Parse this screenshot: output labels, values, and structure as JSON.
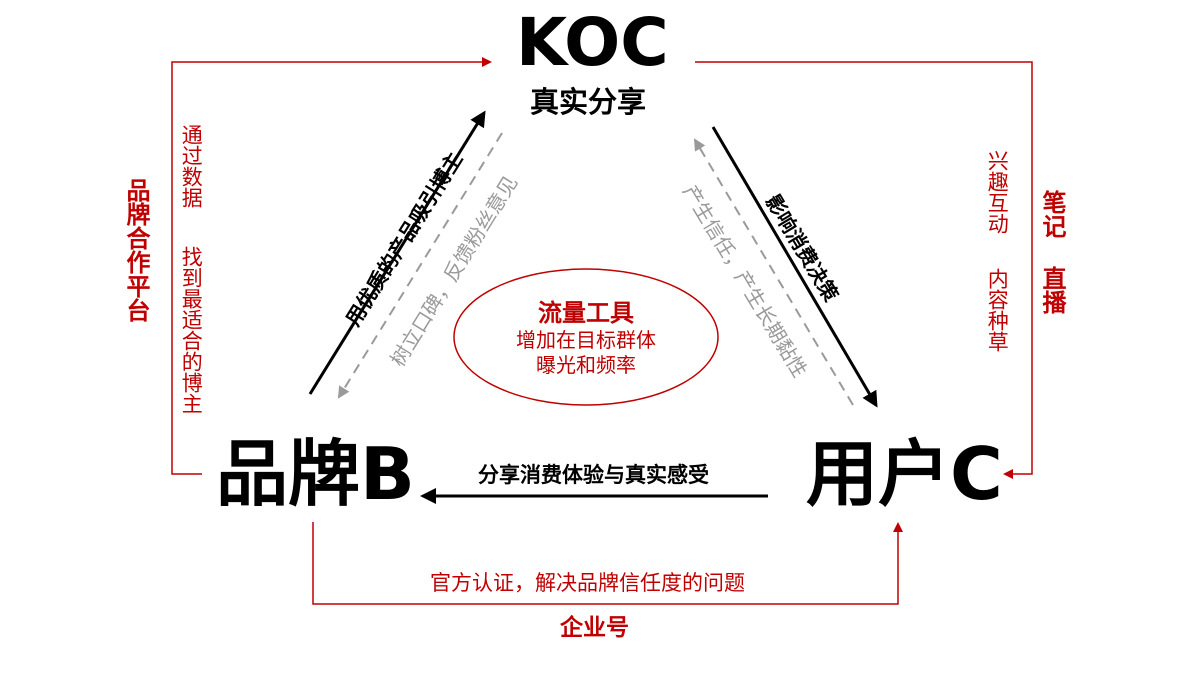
{
  "nodes": {
    "koc": {
      "title": "KOC",
      "subtitle": "真实分享"
    },
    "brand": {
      "title": "品牌B"
    },
    "user": {
      "title": "用户C"
    }
  },
  "center": {
    "title": "流量工具",
    "line1": "增加在目标群体",
    "line2": "曝光和频率"
  },
  "edges": {
    "brand_to_koc": "用优质的产品吸引博主",
    "koc_to_brand_feedback": "树立口碑，反馈粉丝意见",
    "koc_to_user": "影响消费决策",
    "user_to_koc_trust": "产生信任，产生长期黏性",
    "user_to_brand": "分享消费体验与真实感受"
  },
  "left_loop": {
    "label": "品牌合作平台",
    "note_col1": "通过数据",
    "note_col2": "找到最适合的博主"
  },
  "right_loop": {
    "label": "笔记 直播",
    "note_col1": "兴趣互动",
    "note_col2": "内容种草"
  },
  "bottom_loop": {
    "note": "官方认证，解决品牌信任度的问题",
    "label": "企业号"
  },
  "colors": {
    "accent_red": "#c00000",
    "feedback_gray": "#9a9a9a",
    "text_black": "#000000"
  }
}
